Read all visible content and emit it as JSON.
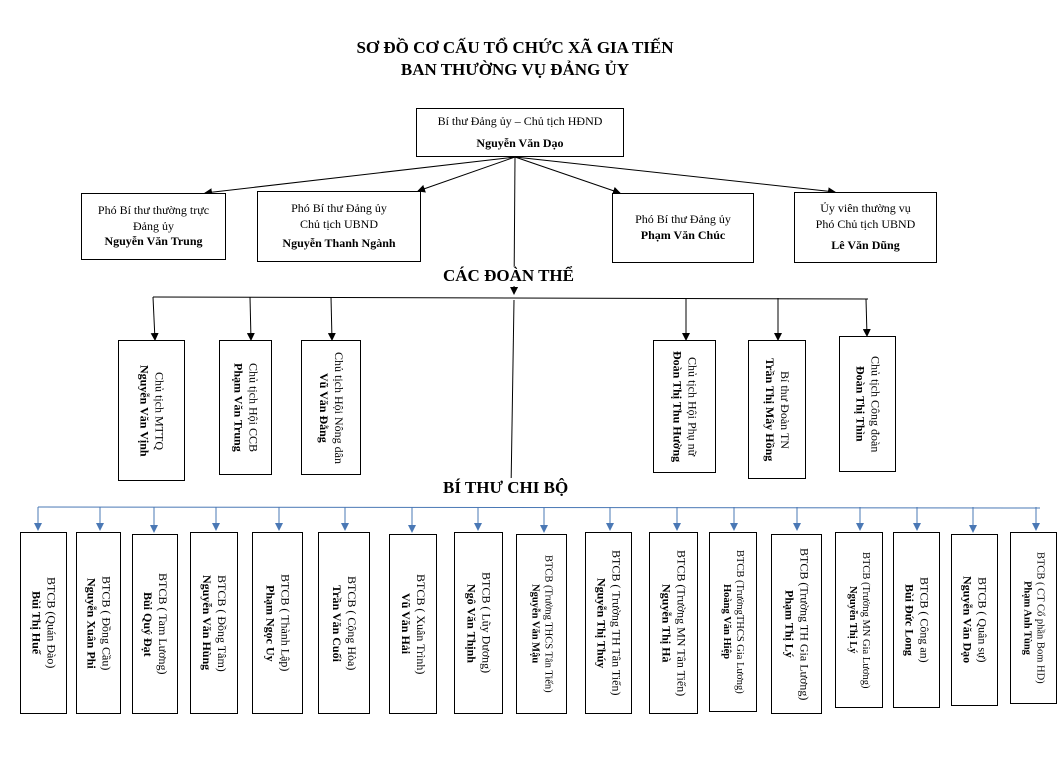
{
  "title_line1": "SƠ ĐỒ CƠ CẤU TỔ CHỨC XÃ GIA TIẾN",
  "title_line2": "BAN THƯỜNG VỤ ĐẢNG ỦY",
  "top": {
    "role": "Bí thư Đảng ủy – Chủ tịch HĐND",
    "name": "Nguyễn Văn Dạo"
  },
  "deputies": [
    {
      "role1": "Phó Bí thư thường trực",
      "role2": "Đảng ủy",
      "name": "Nguyễn Văn Trung"
    },
    {
      "role1": "Phó Bí thư Đảng ủy",
      "role2": "Chủ tịch UBND",
      "name": "Nguyễn Thanh Ngành"
    },
    {
      "role1": "Phó Bí thư Đảng ủy",
      "role2": "",
      "name": "Phạm Văn Chúc"
    },
    {
      "role1": "Ủy viên thường vụ",
      "role2": "Phó Chủ tịch UBND",
      "name": "Lê Văn Dũng"
    }
  ],
  "doan_the_title": "CÁC ĐOÀN THỂ",
  "doan_the": [
    {
      "role": "Chủ tịch MTTQ",
      "name": "Nguyễn Văn Vịnh"
    },
    {
      "role": "Chủ tịch Hội CCB",
      "name": "Phạm Văn Trung"
    },
    {
      "role": "Chủ tịch Hội Nông dân",
      "name": "Vũ Văn Đằng"
    },
    {
      "role": "Chủ tịch Hội Phụ nữ",
      "name": "Đoàn Thị Thu Hường"
    },
    {
      "role": "Bí thư Đoàn TN",
      "name": "Trần Thị Mây Hồng"
    },
    {
      "role": "Chủ tịch Công đoàn",
      "name": "Đoàn Thị Thìn"
    }
  ],
  "chi_bo_title": "BÍ THƯ CHI BỘ",
  "chi_bo": [
    {
      "role": "BTCB (Quán Đào)",
      "name": "Bùi Thị Huế"
    },
    {
      "role": "BTCB ( Đồng Cầu)",
      "name": "Nguyễn Xuân Phi"
    },
    {
      "role": "BTCB ( Tam Lương)",
      "name": "Bùi Quý Đạt"
    },
    {
      "role": "BTCB ( Đồng Tâm)",
      "name": "Nguyễn Văn Hùng"
    },
    {
      "role": "BTCB ( Thành Lập)",
      "name": "Phạm Ngọc Uy"
    },
    {
      "role": "BTCB ( Cộng Hòa)",
      "name": "Trần Văn Cuối"
    },
    {
      "role": "BTCB ( Xuân Trình)",
      "name": "Vũ Văn Hải"
    },
    {
      "role": "BTCB ( Lũy Dương)",
      "name": "Ngô Văn Thịnh"
    },
    {
      "role": "BTCB (Trường THCS Tân Tiến)",
      "name": "Nguyễn Văn Mậu"
    },
    {
      "role": "BTCB ( Trường TH Tân Tiến)",
      "name": "Nguyễn Thị Thúy"
    },
    {
      "role": "BTCB (Trường MN Tân Tiến)",
      "name": "Nguyễn Thị Hà"
    },
    {
      "role": "BTCB (TrườngTHCS Gia Lương)",
      "name": "Hoàng Văn Hiệp"
    },
    {
      "role": "BTCB (Trường TH Gia Lương)",
      "name": "Phạm Thị Lý"
    },
    {
      "role": "BTCB (Trường MN Gia Lương)",
      "name": "Nguyễn Thị Lý"
    },
    {
      "role": "BTCB ( Công an)",
      "name": "Bùi Đức Long"
    },
    {
      "role": "BTCB ( Quân sự)",
      "name": "Nguyễn Văn Dạo"
    },
    {
      "role": "BTCB ( CT Cổ phần Bom HD)",
      "name": "Phạm Anh Tùng"
    }
  ],
  "colors": {
    "line": "#000000",
    "branch_line": "#4a78b5"
  }
}
